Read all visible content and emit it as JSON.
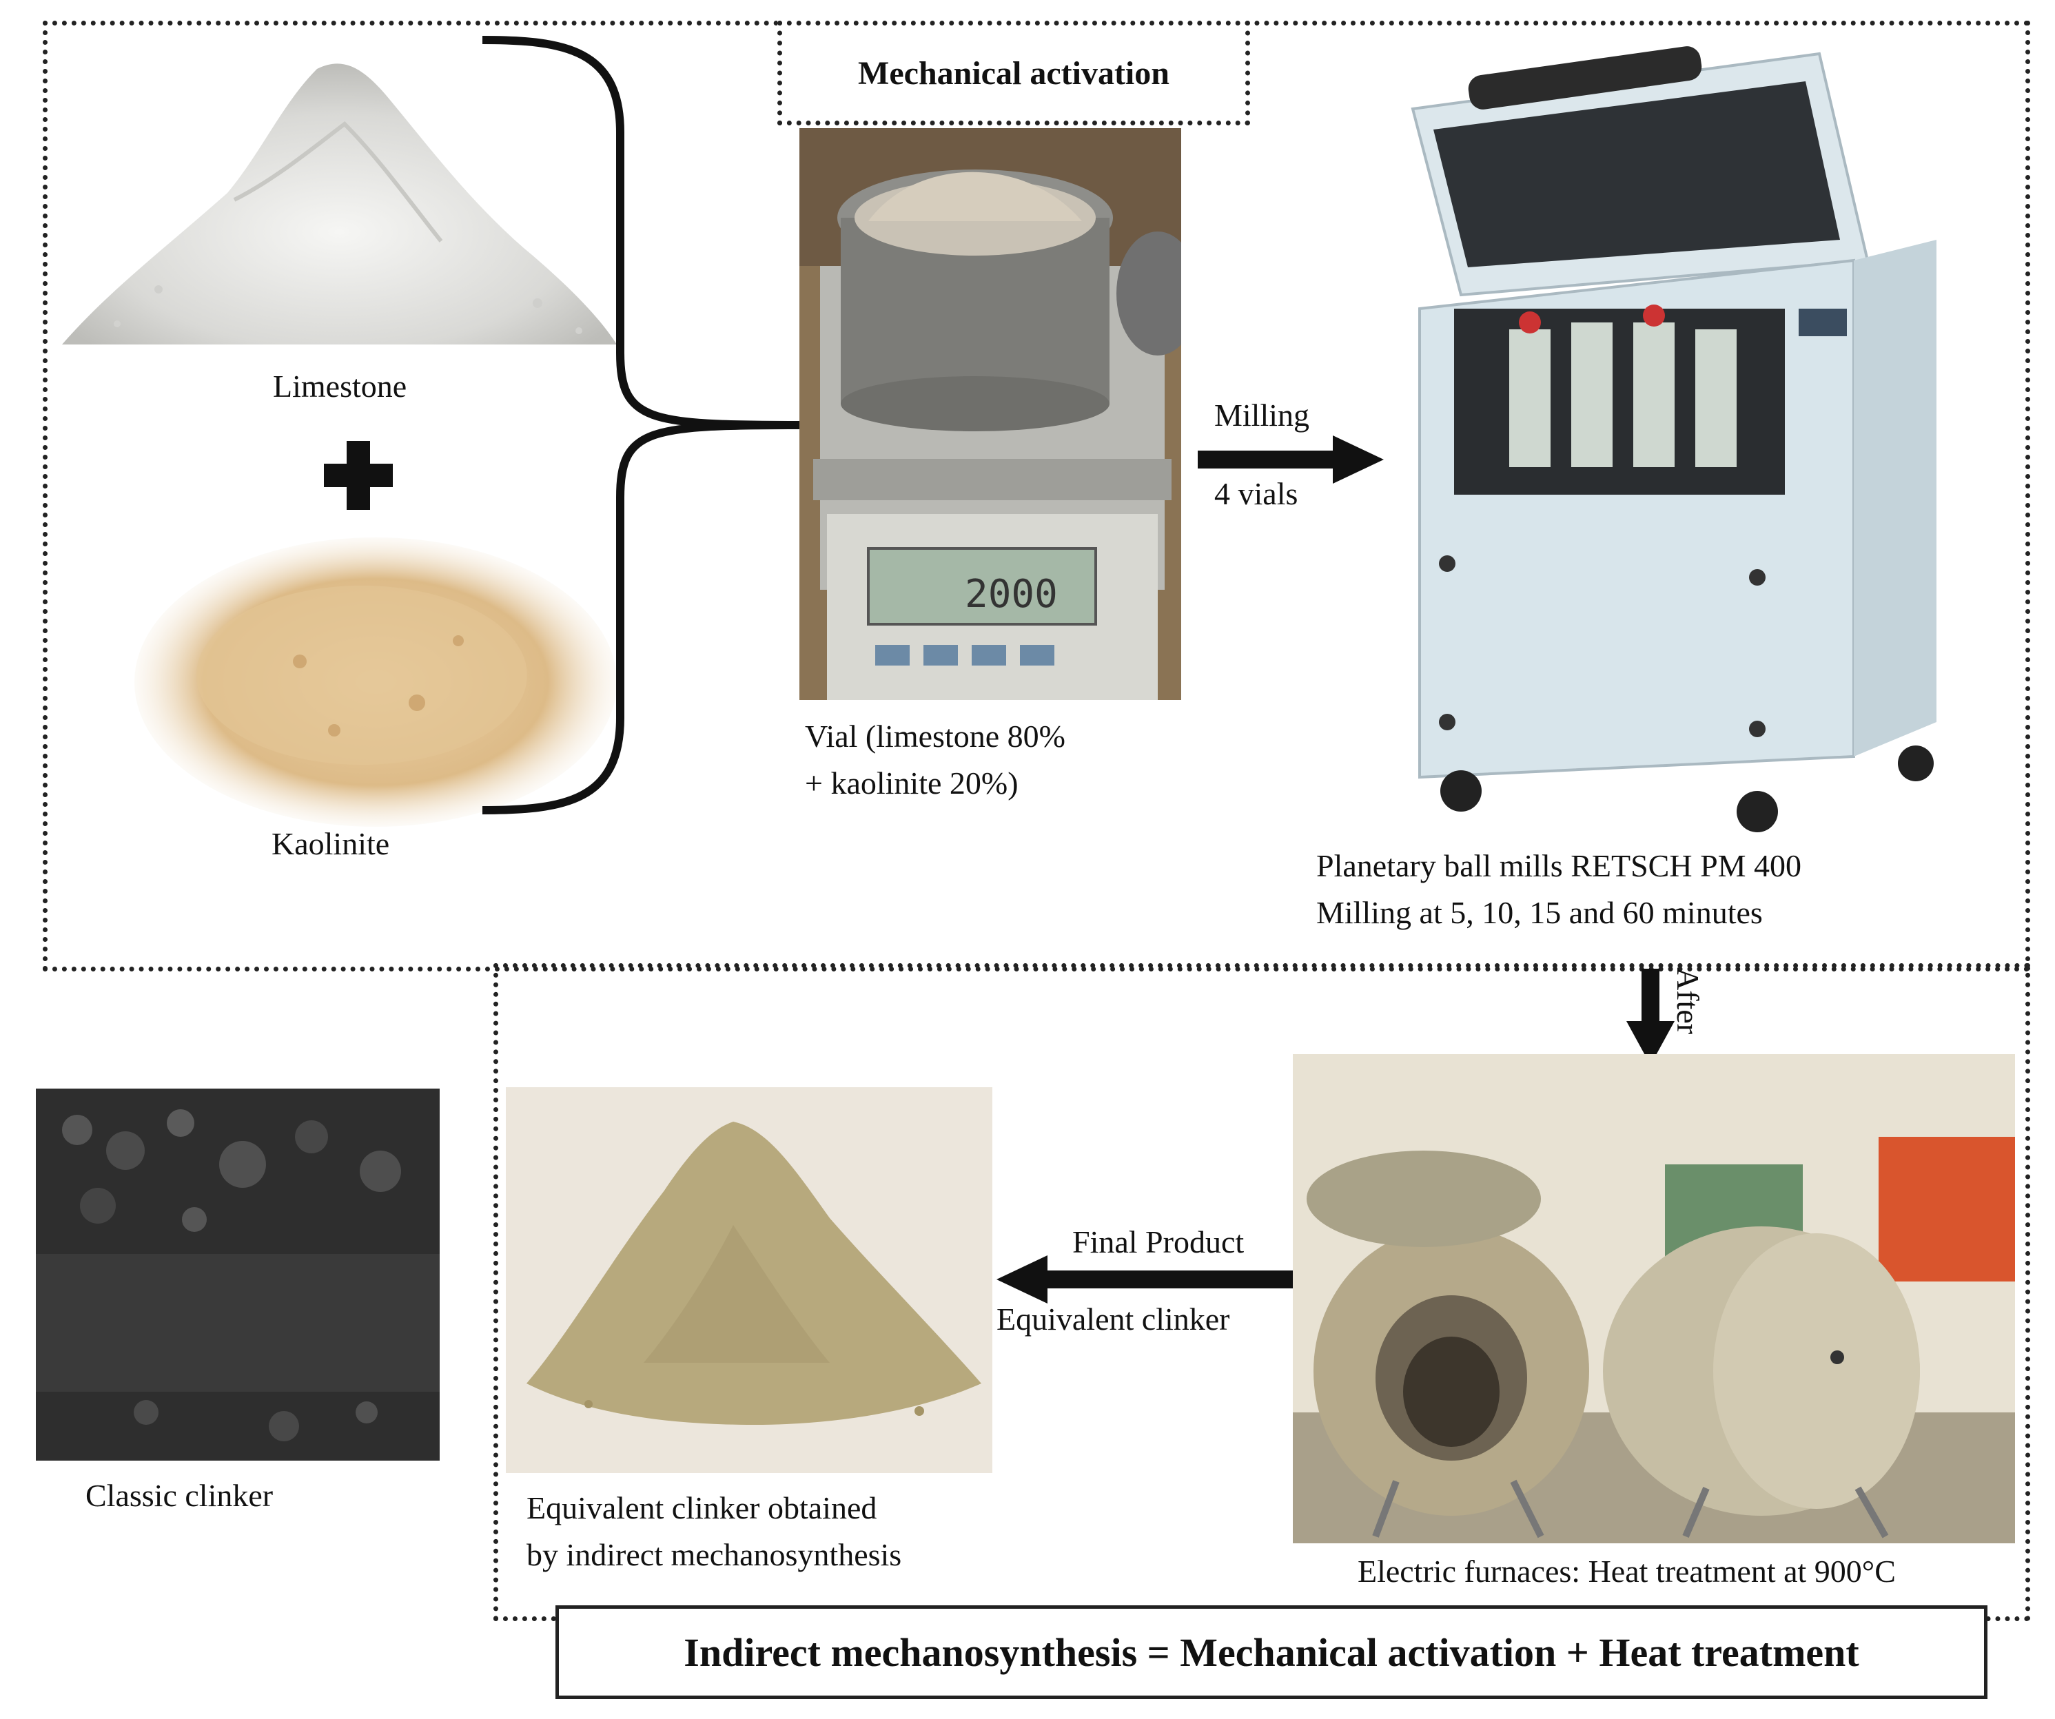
{
  "header_label": "Mechanical activation",
  "ingredients": {
    "limestone": "Limestone",
    "kaolinite": "Kaolinite"
  },
  "vial_caption": [
    "Vial (limestone 80%",
    "+ kaolinite 20%)"
  ],
  "scale_display": "2000",
  "mill_arrow": {
    "top": "Milling",
    "bottom": "4 vials"
  },
  "mill_caption": [
    "Planetary ball mills RETSCH PM 400",
    "Milling at 5, 10, 15 and 60 minutes"
  ],
  "after_label": "After",
  "furnace_caption": "Electric furnaces: Heat treatment at 900°C",
  "product_arrow": {
    "top": "Final Product",
    "bottom": "Equivalent clinker"
  },
  "equivalent_caption": [
    "Equivalent clinker obtained",
    "by indirect mechanosynthesis"
  ],
  "classic_caption": "Classic clinker",
  "equation": "Indirect mechanosynthesis = Mechanical activation + Heat treatment",
  "colors": {
    "limestone": "#e9e9e6",
    "kaolinite": "#e6c79a",
    "mill": "#d5e3ea",
    "furnace": "#b8ab8a",
    "clinker": "#2b2b2b",
    "equivalent": "#b6a87c"
  }
}
